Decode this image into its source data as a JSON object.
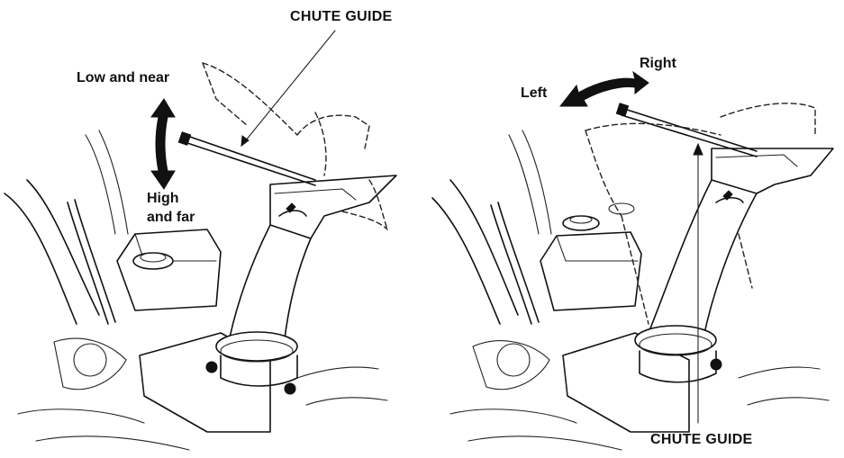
{
  "left_panel": {
    "chute_guide_label": "CHUTE GUIDE",
    "up_label": "Low and near",
    "down_label_line1": "High",
    "down_label_line2": "and far"
  },
  "right_panel": {
    "chute_guide_label": "CHUTE GUIDE",
    "left_label": "Left",
    "right_label": "Right"
  }
}
